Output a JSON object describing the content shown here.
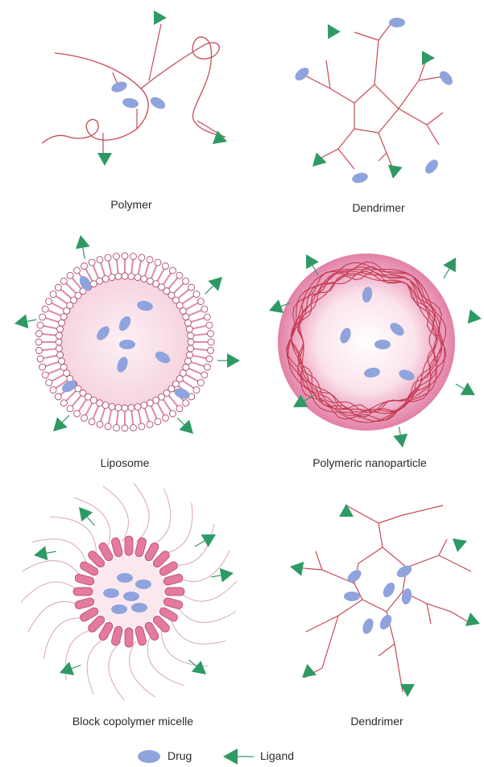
{
  "panels": [
    {
      "key": "polymer",
      "label": "Polymer"
    },
    {
      "key": "dendrimer_top",
      "label": "Dendrimer"
    },
    {
      "key": "liposome",
      "label": "Liposome"
    },
    {
      "key": "nanoparticle",
      "label": "Polymeric nanoparticle"
    },
    {
      "key": "micelle",
      "label": "Block copolymer micelle"
    },
    {
      "key": "dendrimer_bottom",
      "label": "Dendrimer"
    }
  ],
  "legend": {
    "drug": "Drug",
    "ligand": "Ligand"
  },
  "colors": {
    "drug": "#8fa4dc",
    "ligand": "#2e9a63",
    "polymer_line": "#c64a55",
    "membrane": "#e08aa2",
    "micelle_head": "#e47a9c",
    "nanoparticle": "#e898b6"
  }
}
